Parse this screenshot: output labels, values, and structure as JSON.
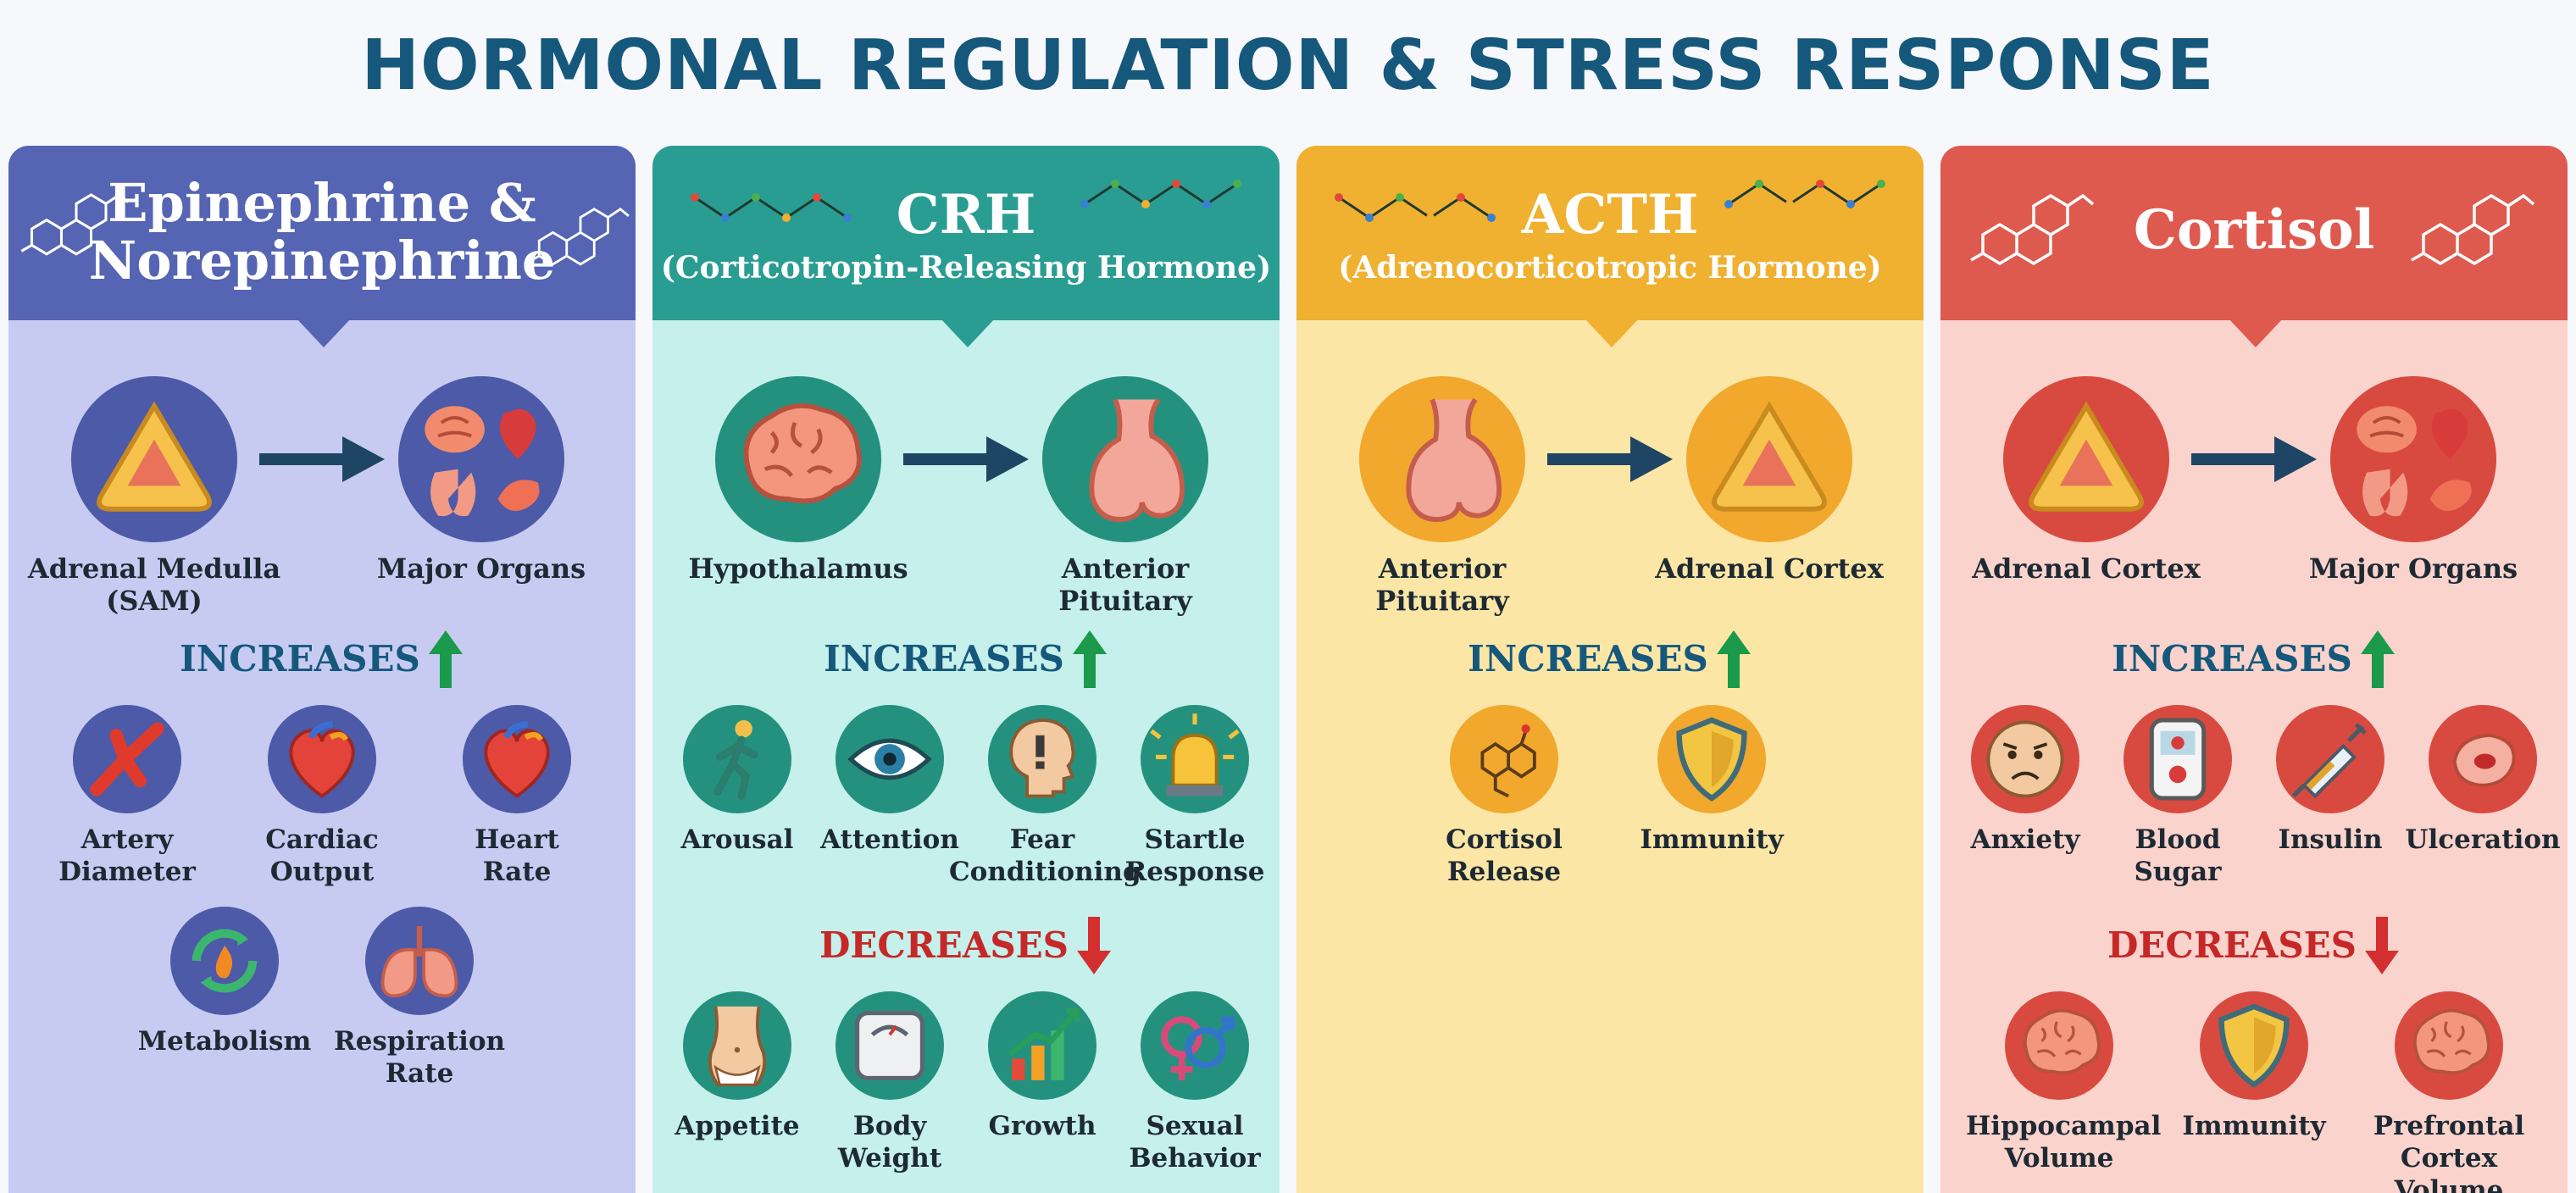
{
  "title": "HORMONAL REGULATION & STRESS RESPONSE",
  "colors": {
    "title": "#15587c",
    "increase_green": "#1a9a4a",
    "decrease_red": "#d32f2f"
  },
  "panels": [
    {
      "title_line1": "Epinephrine &",
      "title_line2": "Norepinephrine",
      "source_label": "Adrenal Medulla\n(SAM)",
      "target_label": "Major Organs",
      "source_icon": "adrenal-gland-icon",
      "target_icon": "organs-icon",
      "increases_label": "INCREASES",
      "increases": [
        {
          "label": "Artery\nDiameter",
          "icon": "artery-icon"
        },
        {
          "label": "Cardiac\nOutput",
          "icon": "heart-icon"
        },
        {
          "label": "Heart\nRate",
          "icon": "heart-rate-icon"
        },
        {
          "label": "Metabolism",
          "icon": "metabolism-icon"
        },
        {
          "label": "Respiration\nRate",
          "icon": "lungs-icon"
        }
      ]
    },
    {
      "title": "CRH",
      "subtitle": "(Corticotropin-Releasing Hormone)",
      "source_label": "Hypothalamus",
      "target_label": "Anterior Pituitary",
      "source_icon": "brain-icon",
      "target_icon": "pituitary-icon",
      "increases_label": "INCREASES",
      "increases": [
        {
          "label": "Arousal",
          "icon": "running-person-icon"
        },
        {
          "label": "Attention",
          "icon": "eye-icon"
        },
        {
          "label": "Fear\nConditioning",
          "icon": "head-icon"
        },
        {
          "label": "Startle\nResponse",
          "icon": "alarm-icon"
        }
      ],
      "decreases_label": "DECREASES",
      "decreases": [
        {
          "label": "Appetite",
          "icon": "torso-icon"
        },
        {
          "label": "Body\nWeight",
          "icon": "scale-icon"
        },
        {
          "label": "Growth",
          "icon": "growth-chart-icon"
        },
        {
          "label": "Sexual\nBehavior",
          "icon": "gender-icon"
        }
      ]
    },
    {
      "title": "ACTH",
      "subtitle": "(Adrenocorticotropic Hormone)",
      "source_label": "Anterior Pituitary",
      "target_label": "Adrenal Cortex",
      "source_icon": "pituitary-icon",
      "target_icon": "adrenal-gland-icon",
      "increases_label": "INCREASES",
      "increases": [
        {
          "label": "Cortisol\nRelease",
          "icon": "molecule-icon"
        },
        {
          "label": "Immunity",
          "icon": "shield-icon"
        }
      ]
    },
    {
      "title": "Cortisol",
      "source_label": "Adrenal Cortex",
      "target_label": "Major Organs",
      "source_icon": "adrenal-gland-icon",
      "target_icon": "organs-icon",
      "increases_label": "INCREASES",
      "increases": [
        {
          "label": "Anxiety",
          "icon": "worried-face-icon"
        },
        {
          "label": "Blood\nSugar",
          "icon": "glucose-meter-icon"
        },
        {
          "label": "Insulin",
          "icon": "syringe-icon"
        },
        {
          "label": "Ulceration",
          "icon": "ulcer-icon"
        }
      ],
      "decreases_label": "DECREASES",
      "decreases": [
        {
          "label": "Hippocampal\nVolume",
          "icon": "brain-icon"
        },
        {
          "label": "Immunity",
          "icon": "shield-icon"
        },
        {
          "label": "Prefrontal\nCortex Volume",
          "icon": "brain-icon"
        }
      ]
    }
  ]
}
